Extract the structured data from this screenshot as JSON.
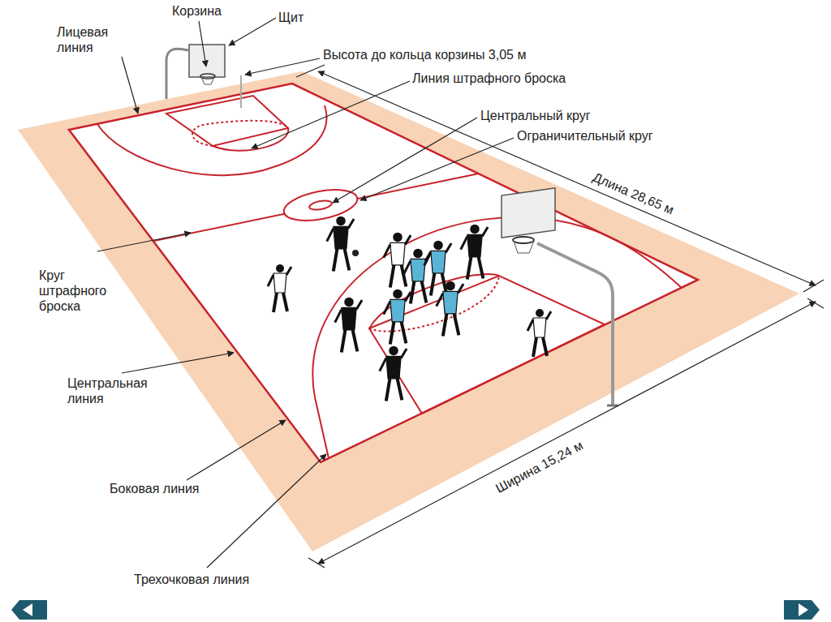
{
  "diagram": {
    "labels": [
      "Корзина",
      "Щит",
      "Лицевая линия",
      "Высота до кольца корзины 3,05 м",
      "Линия штрафного броска",
      "Центральный круг",
      "Ограничительный круг",
      "Длина 28,65 м",
      "Круг штрафного броска",
      "Центральная линия",
      "Боковая линия",
      "Трехочковая линия",
      "Ширина 15,24 м"
    ]
  }
}
